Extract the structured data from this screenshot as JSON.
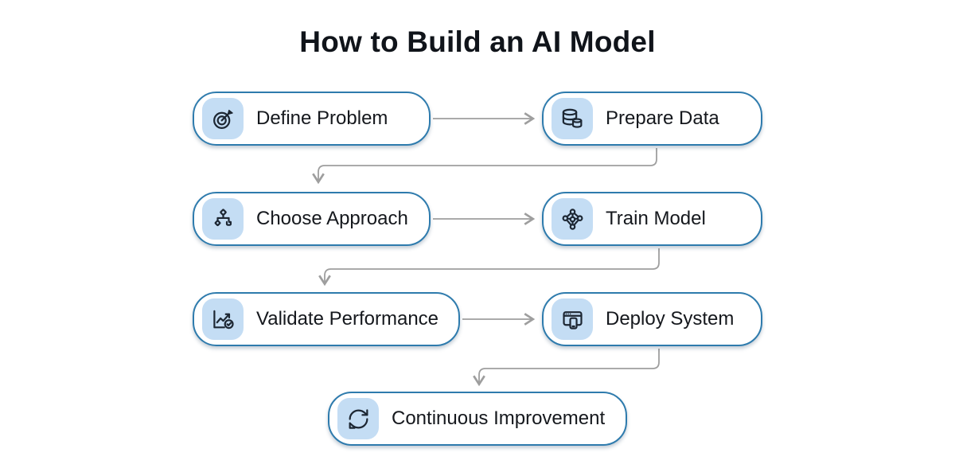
{
  "title": "How to Build an AI Model",
  "diagram_type": "flowchart",
  "nodes": [
    {
      "id": "define-problem",
      "label": "Define Problem",
      "icon": "target-icon"
    },
    {
      "id": "prepare-data",
      "label": "Prepare Data",
      "icon": "database-icon"
    },
    {
      "id": "choose-approach",
      "label": "Choose Approach",
      "icon": "flowchart-icon"
    },
    {
      "id": "train-model",
      "label": "Train Model",
      "icon": "neural-network-icon"
    },
    {
      "id": "validate-performance",
      "label": "Validate Performance",
      "icon": "chart-check-icon"
    },
    {
      "id": "deploy-system",
      "label": "Deploy System",
      "icon": "browser-mobile-icon"
    },
    {
      "id": "continuous-improvement",
      "label": "Continuous Improvement",
      "icon": "refresh-cycle-icon"
    }
  ],
  "edges": [
    {
      "from": "define-problem",
      "to": "prepare-data"
    },
    {
      "from": "prepare-data",
      "to": "choose-approach"
    },
    {
      "from": "choose-approach",
      "to": "train-model"
    },
    {
      "from": "train-model",
      "to": "validate-performance"
    },
    {
      "from": "validate-performance",
      "to": "deploy-system"
    },
    {
      "from": "deploy-system",
      "to": "continuous-improvement"
    }
  ],
  "colors": {
    "node_border": "#2e7bad",
    "node_fill": "#ffffff",
    "icon_badge": "#c4ddf4",
    "icon_stroke": "#1d2733",
    "connector": "#9e9e9e",
    "title_text": "#10141a",
    "label_text": "#15181d",
    "background": "#ffffff"
  }
}
